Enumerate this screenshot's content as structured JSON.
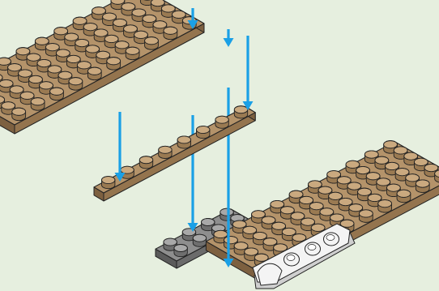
{
  "scene": {
    "description_visible_text": "",
    "colors": {
      "background": "#e6efdf",
      "tan_top": "#b4936a",
      "tan_left": "#94744e",
      "tan_right": "#7d6040",
      "tan_stud_side": "#9a7a52",
      "tan_stud_top": "#caa97f",
      "gray_top": "#8e8e8e",
      "gray_left": "#6b6b6b",
      "gray_right": "#5b5b5b",
      "gray_stud_side": "#6e6e6e",
      "gray_stud_top": "#a8a8a8",
      "white": "#f4f4f4",
      "white_shade": "#cfcfcf",
      "arrow": "#1aa0e6",
      "outline": "#222222"
    },
    "parts": [
      {
        "name": "tan-plate-6x10",
        "color": "tan",
        "studs_a": 10,
        "studs_b": 6
      },
      {
        "name": "tan-plate-1x8",
        "color": "tan",
        "studs_a": 8,
        "studs_b": 1
      },
      {
        "name": "dark-gray-plate-2x4",
        "color": "gray",
        "studs_a": 4,
        "studs_b": 2
      },
      {
        "name": "tan-plate-6x10-base",
        "color": "tan",
        "studs_a": 10,
        "studs_b": 6
      },
      {
        "name": "white-slope-bricks",
        "color": "white"
      }
    ],
    "arrow_count": 6
  }
}
